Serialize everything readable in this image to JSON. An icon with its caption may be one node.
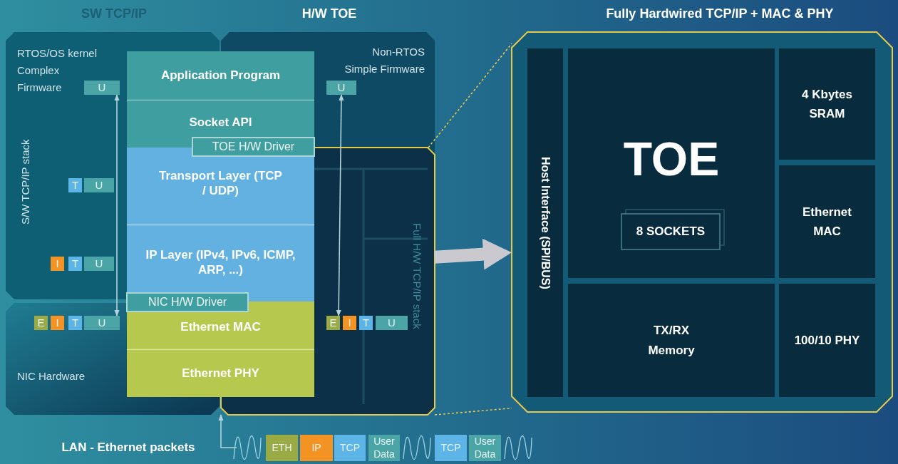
{
  "diagram": {
    "nodes": [
      {
        "text": [
          "SW TCP/IP",
          "RTOS/OS kernel Complex Firmware",
          "S/W TCP/IP stack"
        ]
      },
      {
        "text": [
          "NIC Hardware"
        ]
      },
      {
        "text": [
          "H/W TOE",
          "Non-RTOS Simple Firmware"
        ]
      },
      {
        "text": [
          "Full H/W TCP/IP stack"
        ],
        "in": 2
      },
      {
        "text": [
          "Application Program"
        ]
      },
      {
        "text": [
          "Socket API"
        ]
      },
      {
        "text": [
          "TOE H/W Driver"
        ]
      },
      {
        "text": [
          "Transport Layer (TCP / UDP)"
        ]
      },
      {
        "text": [
          "IP Layer (IPv4, IPv6, ICMP, ARP, ...)"
        ]
      },
      {
        "text": [
          "NIC H/W Driver"
        ]
      },
      {
        "text": [
          "Ethernet MAC"
        ]
      },
      {
        "text": [
          "Ethernet PHY"
        ]
      },
      {
        "text": [
          "U"
        ],
        "in": 0
      },
      {
        "text": [
          "T"
        ],
        "in": 0
      },
      {
        "text": [
          "U"
        ],
        "in": 0
      },
      {
        "text": [
          "I"
        ],
        "in": 0
      },
      {
        "text": [
          "T"
        ],
        "in": 0
      },
      {
        "text": [
          "U"
        ],
        "in": 0
      },
      {
        "text": [
          "E"
        ],
        "in": 1
      },
      {
        "text": [
          "I"
        ],
        "in": 1
      },
      {
        "text": [
          "T"
        ],
        "in": 1
      },
      {
        "text": [
          "U"
        ],
        "in": 1
      },
      {
        "text": [
          "U"
        ],
        "in": 2
      },
      {
        "text": [
          "E"
        ],
        "in": 3
      },
      {
        "text": [
          "I"
        ],
        "in": 3
      },
      {
        "text": [
          "T"
        ],
        "in": 3
      },
      {
        "text": [
          "U"
        ],
        "in": 3
      },
      {
        "text": [
          "ETH"
        ]
      },
      {
        "text": [
          "IP"
        ]
      },
      {
        "text": [
          "TCP"
        ]
      },
      {
        "text": [
          "User Data"
        ]
      },
      {
        "text": [
          "TCP"
        ]
      },
      {
        "text": [
          "User Data"
        ]
      },
      {
        "text": [
          "Fully Hardwired TCP/IP + MAC & PHY"
        ]
      },
      {
        "text": [
          "Host Interface (SPI/BUS)"
        ],
        "in": 33
      },
      {
        "text": [
          "TOE"
        ],
        "in": 33
      },
      {
        "text": [
          "8 SOCKETS"
        ],
        "in": 35
      },
      {
        "text": [
          "4 Kbytes SRAM"
        ],
        "in": 33
      },
      {
        "text": [
          "Ethernet MAC"
        ],
        "in": 33
      },
      {
        "text": [
          "TX/RX Memory"
        ],
        "in": 33
      },
      {
        "text": [
          "100/10 PHY"
        ],
        "in": 33
      }
    ],
    "edges": [
      {
        "from": 12,
        "to": 21,
        "arrow": "both"
      },
      {
        "from": 22,
        "to": 23,
        "arrow": "both"
      },
      {
        "from": null,
        "to": 3,
        "arrow": "to"
      },
      {
        "from": 3,
        "to": 33,
        "arrow": "to",
        "style": "thick",
        "color": "#c9c9cf"
      },
      {
        "from": 3,
        "to": 33,
        "arrow": "none",
        "style": "dashed",
        "color": "#e6c84a"
      },
      {
        "from": 3,
        "to": 33,
        "arrow": "none",
        "style": "dashed",
        "color": "#e6c84a"
      }
    ],
    "labels": [
      "LAN - Ethernet packets"
    ]
  }
}
